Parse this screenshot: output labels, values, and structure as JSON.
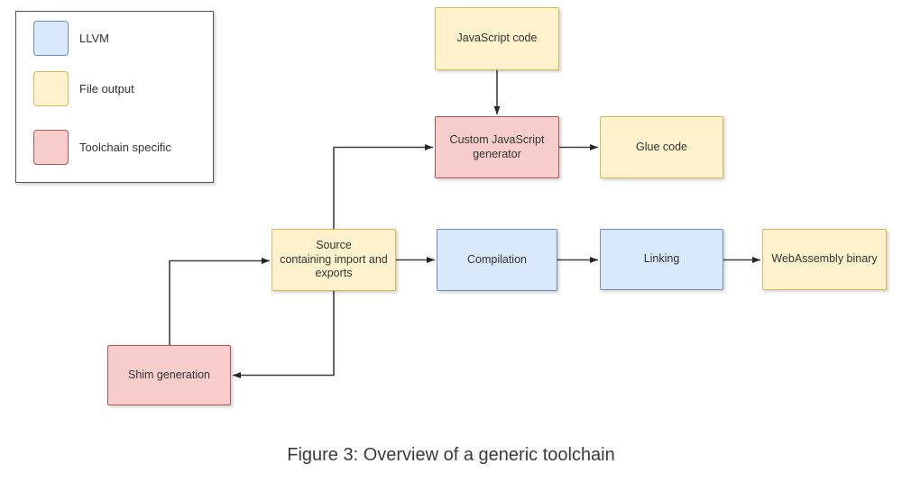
{
  "figure": {
    "caption": "Figure 3: Overview of a generic toolchain"
  },
  "legend": {
    "items": [
      {
        "id": "llvm",
        "label": "LLVM",
        "fill": "#dae8fc",
        "border": "#6c8ebf"
      },
      {
        "id": "file-output",
        "label": "File output",
        "fill": "#fff2cc",
        "border": "#d6b656"
      },
      {
        "id": "toolchain-specific",
        "label": "Toolchain specific",
        "fill": "#f8cecc",
        "border": "#b85450"
      }
    ]
  },
  "nodes": {
    "javascript_code": {
      "label": "JavaScript code",
      "category": "File output"
    },
    "custom_js_generator": {
      "label": "Custom JavaScript generator",
      "category": "Toolchain specific"
    },
    "glue_code": {
      "label": "Glue code",
      "category": "File output"
    },
    "source": {
      "label": "Source\ncontaining import and\nexports",
      "category": "File output"
    },
    "compilation": {
      "label": "Compilation",
      "category": "LLVM"
    },
    "linking": {
      "label": "Linking",
      "category": "LLVM"
    },
    "webassembly_binary": {
      "label": "WebAssembly binary",
      "category": "File output"
    },
    "shim_generation": {
      "label": "Shim generation",
      "category": "Toolchain specific"
    }
  },
  "edges": [
    {
      "from": "javascript_code",
      "to": "custom_js_generator"
    },
    {
      "from": "source",
      "to": "custom_js_generator"
    },
    {
      "from": "custom_js_generator",
      "to": "glue_code"
    },
    {
      "from": "source",
      "to": "compilation"
    },
    {
      "from": "compilation",
      "to": "linking"
    },
    {
      "from": "linking",
      "to": "webassembly_binary"
    },
    {
      "from": "source",
      "to": "shim_generation"
    },
    {
      "from": "shim_generation",
      "to": "source"
    }
  ],
  "palette": {
    "edge": "#404040",
    "text": "#333333",
    "legend_border": "#545454",
    "background": "#ffffff"
  }
}
